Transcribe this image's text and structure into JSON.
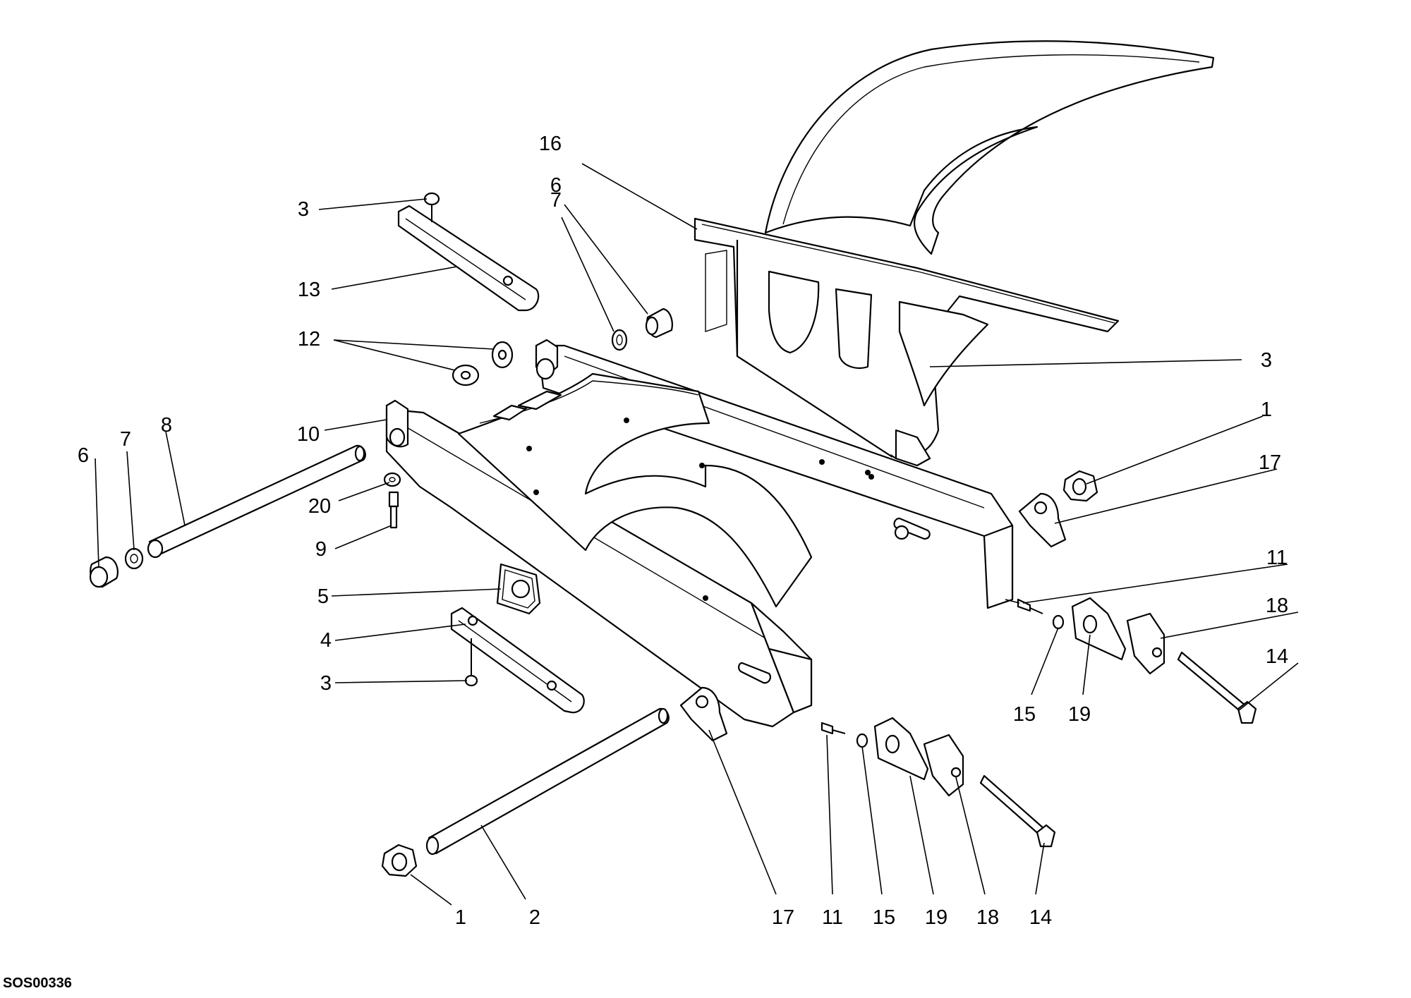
{
  "drawing_code": "SOS00336",
  "callouts": [
    {
      "id": "c16",
      "text": "16"
    },
    {
      "id": "c6a",
      "text": "6"
    },
    {
      "id": "c3a",
      "text": "3"
    },
    {
      "id": "c7a",
      "text": "7"
    },
    {
      "id": "c13",
      "text": "13"
    },
    {
      "id": "c12",
      "text": "12"
    },
    {
      "id": "c3b",
      "text": "3"
    },
    {
      "id": "c1a",
      "text": "1"
    },
    {
      "id": "c17a",
      "text": "17"
    },
    {
      "id": "c10",
      "text": "10"
    },
    {
      "id": "c6b",
      "text": "6"
    },
    {
      "id": "c7b",
      "text": "7"
    },
    {
      "id": "c8",
      "text": "8"
    },
    {
      "id": "c20",
      "text": "20"
    },
    {
      "id": "c9",
      "text": "9"
    },
    {
      "id": "c11a",
      "text": "11"
    },
    {
      "id": "c18a",
      "text": "18"
    },
    {
      "id": "c5",
      "text": "5"
    },
    {
      "id": "c14a",
      "text": "14"
    },
    {
      "id": "c4",
      "text": "4"
    },
    {
      "id": "c3c",
      "text": "3"
    },
    {
      "id": "c15a",
      "text": "15"
    },
    {
      "id": "c19a",
      "text": "19"
    },
    {
      "id": "c1b",
      "text": "1"
    },
    {
      "id": "c2",
      "text": "2"
    },
    {
      "id": "c17b",
      "text": "17"
    },
    {
      "id": "c11b",
      "text": "11"
    },
    {
      "id": "c15b",
      "text": "15"
    },
    {
      "id": "c19b",
      "text": "19"
    },
    {
      "id": "c18b",
      "text": "18"
    },
    {
      "id": "c14b",
      "text": "14"
    }
  ]
}
